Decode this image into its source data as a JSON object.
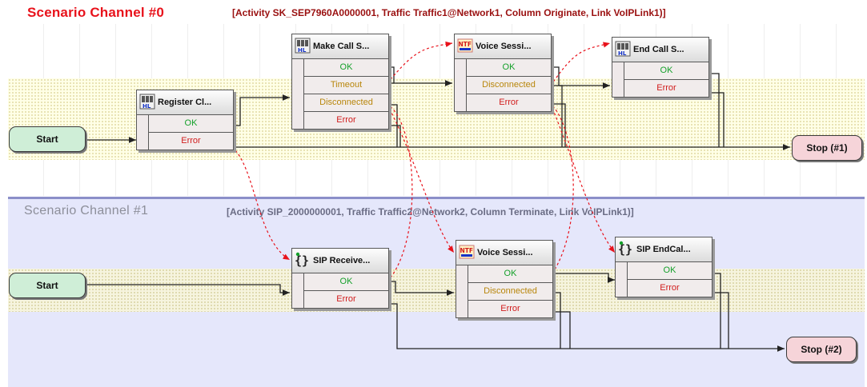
{
  "channels": [
    {
      "title": "Scenario Channel #0",
      "info": "[Activity SK_SEP7960A0000001, Traffic Traffic1@Network1, Column Originate, Link VoIPLink1)]",
      "start": "Start",
      "stop": "Stop (#1)",
      "blocks": [
        {
          "icon": "io-icon",
          "title": "Register Cl...",
          "outputs": [
            {
              "label": "OK",
              "status": "ok"
            },
            {
              "label": "Error",
              "status": "error"
            }
          ]
        },
        {
          "icon": "io-icon",
          "title": "Make Call S...",
          "outputs": [
            {
              "label": "OK",
              "status": "ok"
            },
            {
              "label": "Timeout",
              "status": "warn"
            },
            {
              "label": "Disconnected",
              "status": "warn"
            },
            {
              "label": "Error",
              "status": "error"
            }
          ]
        },
        {
          "icon": "ntf-icon",
          "title": "Voice Sessi...",
          "outputs": [
            {
              "label": "OK",
              "status": "ok"
            },
            {
              "label": "Disconnected",
              "status": "warn"
            },
            {
              "label": "Error",
              "status": "error"
            }
          ]
        },
        {
          "icon": "io-icon",
          "title": "End Call S...",
          "outputs": [
            {
              "label": "OK",
              "status": "ok"
            },
            {
              "label": "Error",
              "status": "error"
            }
          ]
        }
      ]
    },
    {
      "title": "Scenario Channel #1",
      "info": "[Activity SIP_2000000001, Traffic Traffic2@Network2, Column Terminate, Link VoIPLink1)]",
      "start": "Start",
      "stop": "Stop (#2)",
      "blocks": [
        {
          "icon": "script-icon",
          "title": "SIP Receive...",
          "outputs": [
            {
              "label": "OK",
              "status": "ok"
            },
            {
              "label": "Error",
              "status": "error"
            }
          ]
        },
        {
          "icon": "ntf-icon",
          "title": "Voice Sessi...",
          "outputs": [
            {
              "label": "OK",
              "status": "ok"
            },
            {
              "label": "Disconnected",
              "status": "warn"
            },
            {
              "label": "Error",
              "status": "error"
            }
          ]
        },
        {
          "icon": "script-icon",
          "title": "SIP EndCal...",
          "outputs": [
            {
              "label": "OK",
              "status": "ok"
            },
            {
              "label": "Error",
              "status": "error"
            }
          ]
        }
      ]
    }
  ],
  "colors": {
    "channel0_title": "#e8121b",
    "channel0_info": "#9a1010",
    "ok": "#14a02a",
    "warn": "#b8860b",
    "error": "#d11c1c",
    "sync_link": "#e8121b",
    "start_fill": "#cfeed7",
    "stop_fill": "#f6d4d9"
  }
}
